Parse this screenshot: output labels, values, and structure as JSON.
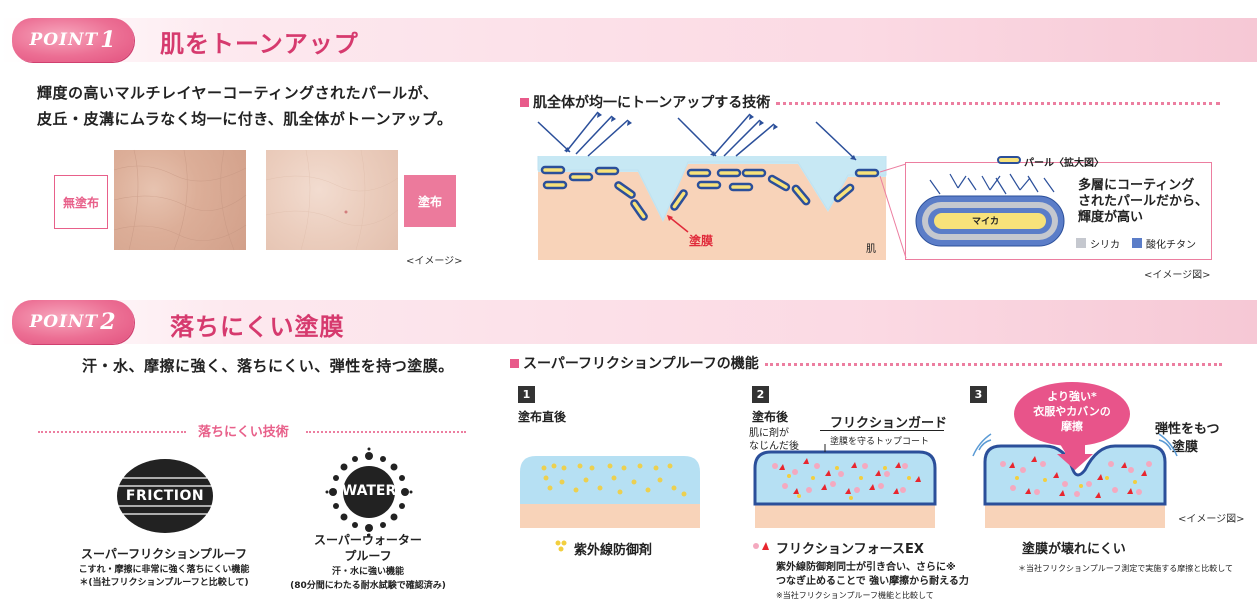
{
  "point1": {
    "badge_text": "POINT",
    "badge_num": "1",
    "heading": "肌をトーンアップ",
    "lead_line1": "輝度の高いマルチレイヤーコーティングされたパールが、",
    "lead_line2": "皮丘・皮溝にムラなく均一に付き、肌全体がトーンアップ。",
    "label_before": "無塗布",
    "label_after": "塗布",
    "image_note": "<イメージ>",
    "diagram": {
      "title": "肌全体が均一にトーンアップする技術",
      "film_label": "塗膜",
      "skin_label": "肌",
      "pearl_label": "パール〈拡大図〉",
      "mica_label": "マイカ",
      "desc_line1": "多層にコーティング",
      "desc_line2": "されたパールだから、",
      "desc_line3": "輝度が高い",
      "legend_silica": "シリカ",
      "legend_titanium": "酸化チタン",
      "image_note": "<イメージ図>"
    }
  },
  "point2": {
    "badge_text": "POINT",
    "badge_num": "2",
    "heading": "落ちにくい塗膜",
    "lead": "汗・水、摩擦に強く、落ちにくい、弾性を持つ塗膜。",
    "tech_title": "落ちにくい技術",
    "friction_logo": "FRICTION",
    "water_logo": "WATER",
    "friction_name": "スーパーフリクションプルーフ",
    "friction_desc1": "こすれ・摩擦に非常に強く落ちにくい機能",
    "friction_desc2": "＊(当社フリクションプルーフと比較して)",
    "water_name1": "スーパーウォーター",
    "water_name2": "プルーフ",
    "water_desc1": "汗・水に強い機能",
    "water_desc2": "(80分間にわたる耐水試験で確認済み)",
    "diagram": {
      "title": "スーパーフリクションプルーフの機能",
      "step1_num": "1",
      "step1_label": "塗布直後",
      "step2_num": "2",
      "step2_label": "塗布後",
      "step2_sub1": "肌に剤が",
      "step2_sub2": "なじんだ後",
      "guard_label": "フリクションガード",
      "guard_sub": "塗膜を守るトップコート",
      "step3_num": "3",
      "bubble1": "より強い*",
      "bubble2": "衣服やカバンの",
      "bubble3": "摩擦",
      "elastic1": "弾性をもつ",
      "elastic2": "塗膜",
      "image_note": "<イメージ図>",
      "uv_label": "紫外線防御剤",
      "force_label": "フリクションフォースEX",
      "force_desc1": "紫外線防御剤同士が引き合い、さらに※",
      "force_desc2": "つなぎ止めることで 強い摩擦から耐える力",
      "force_note": "※当社フリクションプルーフ機能と比較して",
      "nobreak_label": "塗膜が壊れにくい",
      "footnote": "＊当社フリクションプルーフ測定で実施する摩擦と比較して"
    }
  }
}
